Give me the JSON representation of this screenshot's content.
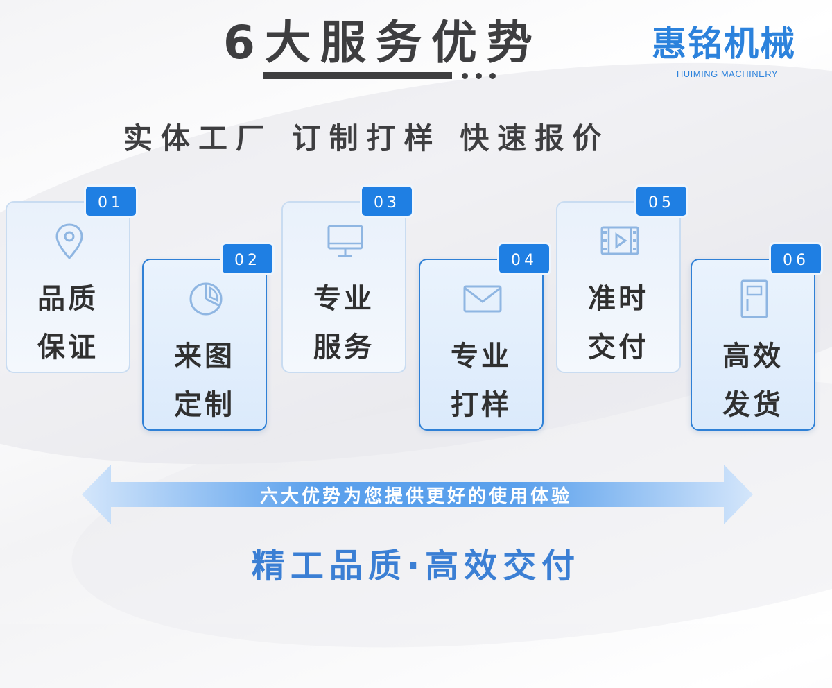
{
  "header": {
    "title": "6大服务优势",
    "subtitle": "实体工厂  订制打样  快速报价"
  },
  "logo": {
    "name": "惠铭机械",
    "english": "HUIMING MACHINERY"
  },
  "cards": [
    {
      "number": "01",
      "line1": "品质",
      "line2": "保证",
      "icon": "location-pin-icon"
    },
    {
      "number": "02",
      "line1": "来图",
      "line2": "定制",
      "icon": "pie-chart-icon"
    },
    {
      "number": "03",
      "line1": "专业",
      "line2": "服务",
      "icon": "monitor-icon"
    },
    {
      "number": "04",
      "line1": "专业",
      "line2": "打样",
      "icon": "envelope-icon"
    },
    {
      "number": "05",
      "line1": "准时",
      "line2": "交付",
      "icon": "video-film-icon"
    },
    {
      "number": "06",
      "line1": "高效",
      "line2": "发货",
      "icon": "document-icon"
    }
  ],
  "banner": {
    "text": "六大优势为您提供更好的使用体验"
  },
  "slogan": "精工品质·高效交付",
  "colors": {
    "accent": "#1f7fe3",
    "brand": "#2c82dc",
    "title": "#3e3e40",
    "slogan": "#3b7fd4"
  }
}
